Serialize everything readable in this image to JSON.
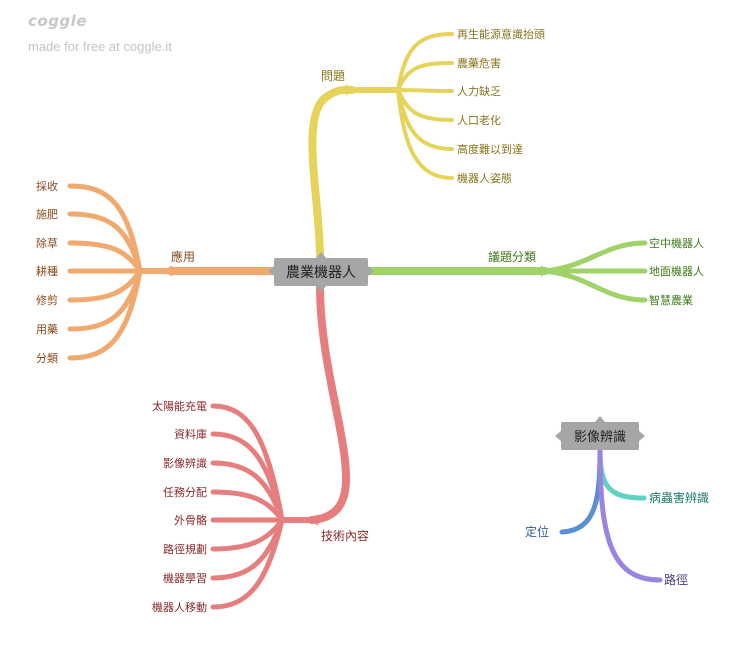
{
  "branding": {
    "logo": "coggle",
    "tagline": "made for free at coggle.it"
  },
  "colors": {
    "background": "#ffffff",
    "central_node_fill": "#a6a6a6",
    "problems": "#e6d45a",
    "problems_text": "#8a7418",
    "applications": "#f0a96e",
    "applications_text": "#8a4b1c",
    "categories": "#9fd36a",
    "categories_text": "#3f7a18",
    "technology": "#e77e7e",
    "technology_text": "#8a2a2a",
    "image_recognition_positioning": "#5a8fd0",
    "image_recognition_pest": "#5fd3c3",
    "image_recognition_path": "#9a84e0",
    "positioning_text": "#2f5f9a",
    "pest_text": "#1e7a6e",
    "path_text": "#4a3a8a"
  },
  "mindmap": {
    "central": {
      "label": "農業機器人"
    },
    "branches": {
      "problems": {
        "label": "問題",
        "items": [
          "再生能源意識抬頭",
          "農藥危害",
          "人力缺乏",
          "人口老化",
          "高度難以到達",
          "機器人姿態"
        ]
      },
      "applications": {
        "label": "應用",
        "items": [
          "採收",
          "施肥",
          "除草",
          "耕種",
          "修剪",
          "用藥",
          "分類"
        ]
      },
      "categories": {
        "label": "議題分類",
        "items": [
          "空中機器人",
          "地面機器人",
          "智慧農業"
        ]
      },
      "technology": {
        "label": "技術內容",
        "items": [
          "太陽能充電",
          "資料庫",
          "影像辨識",
          "任務分配",
          "外骨骼",
          "路徑規劃",
          "機器學習",
          "機器人移動"
        ]
      }
    },
    "secondary": {
      "label": "影像辨識",
      "items": {
        "positioning": "定位",
        "pest": "病蟲害辨識",
        "path": "路徑"
      }
    }
  }
}
